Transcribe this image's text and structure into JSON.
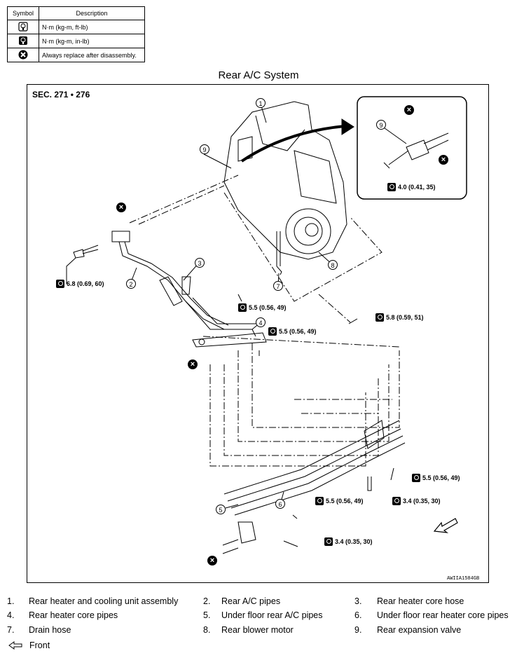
{
  "legend": {
    "header_symbol": "Symbol",
    "header_description": "Description",
    "rows": [
      {
        "icon": "torque-wrench-icon",
        "description": "N·m (kg-m, ft-lb)"
      },
      {
        "icon": "torque-wrench-filled-icon",
        "description": "N·m (kg-m, in-lb)"
      },
      {
        "icon": "replace-x-icon",
        "description": "Always replace after disassembly."
      }
    ]
  },
  "title": "Rear A/C System",
  "section": "SEC. 271 • 276",
  "drawing_code": "AWIIA1584GB",
  "callouts": [
    "1",
    "2",
    "3",
    "4",
    "5",
    "6",
    "7",
    "8",
    "9",
    "9"
  ],
  "torques": {
    "t1": "6.8 (0.69, 60)",
    "t2": "5.5 (0.56, 49)",
    "t3": "5.5 (0.56, 49)",
    "t4": "5.8 (0.59, 51)",
    "t5": "4.0 (0.41, 35)",
    "t6": "5.5 (0.56, 49)",
    "t7": "5.5 (0.56, 49)",
    "t8": "3.4 (0.35, 30)",
    "t9": "3.4 (0.35, 30)"
  },
  "parts": [
    {
      "num": "1.",
      "label": "Rear heater and cooling unit assembly"
    },
    {
      "num": "2.",
      "label": "Rear A/C pipes"
    },
    {
      "num": "3.",
      "label": "Rear heater core hose"
    },
    {
      "num": "4.",
      "label": "Rear heater core pipes"
    },
    {
      "num": "5.",
      "label": "Under floor rear A/C pipes"
    },
    {
      "num": "6.",
      "label": "Under floor rear heater core pipes"
    },
    {
      "num": "7.",
      "label": "Drain hose"
    },
    {
      "num": "8.",
      "label": "Rear blower motor"
    },
    {
      "num": "9.",
      "label": "Rear expansion valve"
    }
  ],
  "front_label": "Front"
}
